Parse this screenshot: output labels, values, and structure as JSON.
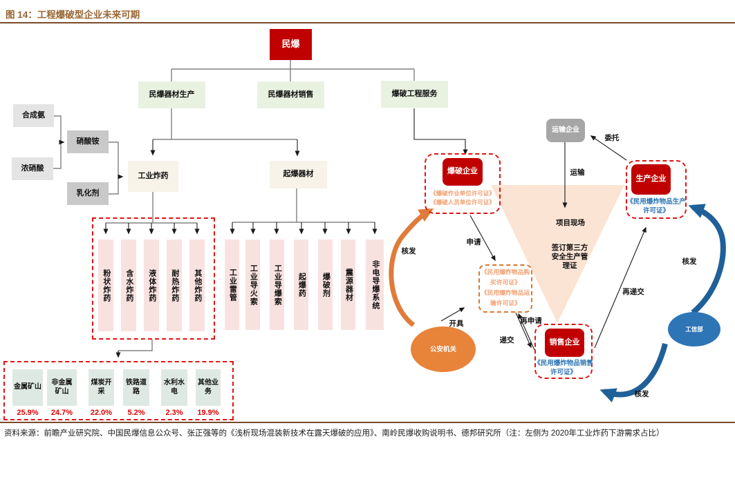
{
  "header": {
    "title": "图 14：工程爆破型企业未来可期"
  },
  "tree": {
    "root": "民爆",
    "branches": [
      "民爆器材生产",
      "民爆器材销售",
      "爆破工程服务"
    ],
    "synthetic_ammonia": "合成氨",
    "concentrated_nitric_acid": "浓硝酸",
    "ammonium_nitrate": "硝酸铵",
    "emulsifier": "乳化剂",
    "industrial_explosives": "工业炸药",
    "initiating_equipment": "起爆器材",
    "explosive_types": [
      "粉状炸药",
      "含水炸药",
      "液体炸药",
      "耐热炸药",
      "其他炸药"
    ],
    "initiating_types": [
      "工业雷管",
      "工业导火索",
      "工业导爆索",
      "起爆药",
      "爆破剂",
      "震源器材",
      "非电导爆系统"
    ],
    "downstream": {
      "labels": [
        "金属矿山",
        "非金属矿山",
        "煤炭开采",
        "铁路道路",
        "水利水电",
        "其他业务"
      ],
      "shares": [
        "25.9%",
        "24.7%",
        "22.0%",
        "5.2%",
        "2.3%",
        "19.9%"
      ]
    }
  },
  "cycle": {
    "transport_company": "运输企业",
    "blasting_company": "爆破企业",
    "production_company": "生产企业",
    "sales_company": "销售企业",
    "police": "公安机关",
    "miit": "工信部",
    "blasting_permit_1": "《爆破作业单位许可证》",
    "blasting_permit_2": "《爆破人员单位许可证》",
    "purchase_permit": "《民用爆炸物品购买许可证》",
    "transport_permit": "《民用爆炸物品运输许可证》",
    "production_permit": "《民用爆炸物品生产许可证》",
    "sales_permit": "《民用爆炸物品销售许可证》",
    "labels": {
      "entrust": "委托",
      "transport": "运输",
      "site": "项目现场",
      "third_party": "签订第三方安全生产管理证",
      "apply": "申请",
      "issue_left": "核发",
      "issue_right": "核发",
      "issue_bottom": "核发",
      "open": "开具",
      "submit": "递交",
      "reapply": "再申请",
      "resubmit": "再递交"
    }
  },
  "footer": {
    "source": "资料来源：前瞻产业研究院、中国民爆信息公众号、张正强等的《浅析现场混装新技术在露天爆破的应用》、南岭民爆收购说明书、德邦研究所（注：左侧为 2020年工业炸药下游需求占比）"
  },
  "colors": {
    "primary_red": "#c00000",
    "dashed_red": "#e01212",
    "orange": "#e07b39",
    "node_blue": "#2e75b6",
    "curve_blue": "#1f6099",
    "funnel_peach": "#fbe4d4",
    "title_brown": "#996633"
  }
}
